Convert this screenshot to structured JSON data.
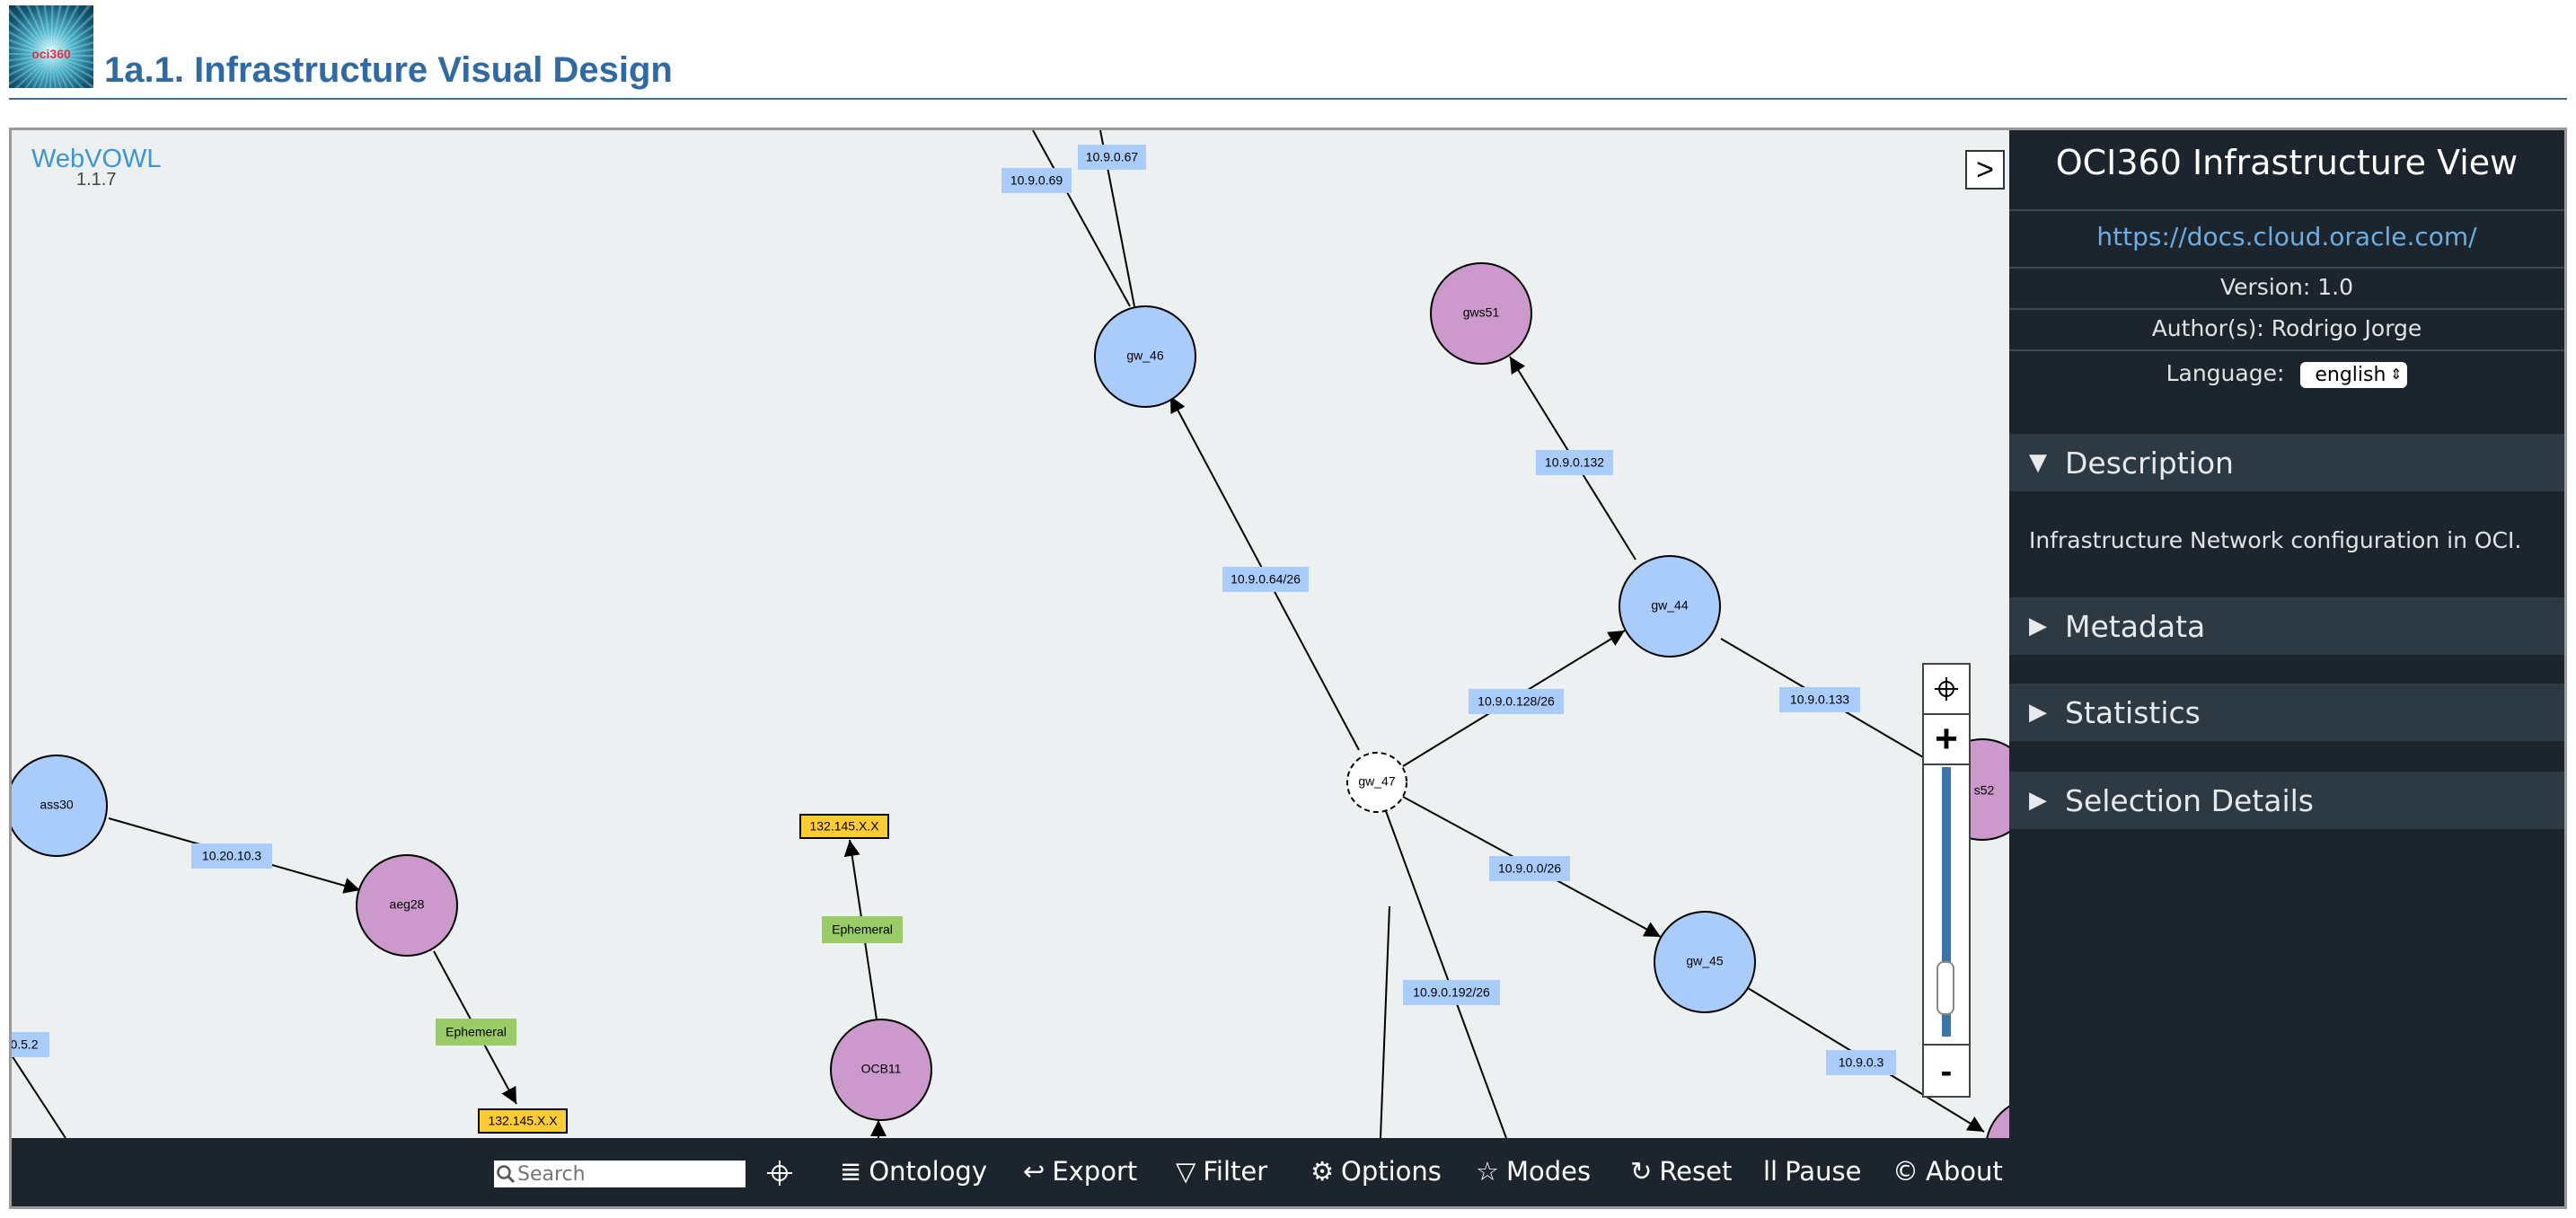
{
  "page": {
    "title": "1a.1. Infrastructure Visual Design",
    "logo_text": "oci360"
  },
  "webvowl": {
    "name": "WebVOWL",
    "version": "1.1.7"
  },
  "graph": {
    "nodes": [
      {
        "id": "ass30",
        "label": "ass30",
        "color": "#aaccfa"
      },
      {
        "id": "aeg28",
        "label": "aeg28",
        "color": "#cc99cc"
      },
      {
        "id": "OCB11",
        "label": "OCB11",
        "color": "#cc99cc"
      },
      {
        "id": "gw_46",
        "label": "gw_46",
        "color": "#aaccfa"
      },
      {
        "id": "gws51",
        "label": "gws51",
        "color": "#cc99cc"
      },
      {
        "id": "gw_44",
        "label": "gw_44",
        "color": "#aaccfa"
      },
      {
        "id": "gw_45",
        "label": "gw_45",
        "color": "#aaccfa"
      },
      {
        "id": "gw_47",
        "label": "gw_47",
        "color": "#ffffff"
      },
      {
        "id": "s52",
        "label": "s52",
        "color": "#cc99cc"
      }
    ],
    "edge_labels": [
      "10.9.0.69",
      "10.9.0.67",
      "10.9.0.64/26",
      "10.9.0.132",
      "10.9.0.128/26",
      "10.9.0.133",
      "10.9.0.0/26",
      "10.9.0.192/26",
      "10.9.0.3",
      "10.20.10.3",
      "Ephemeral",
      "Ephemeral",
      "132.145.X.X",
      "132.145.X.X",
      "0.5.2"
    ],
    "colors": {
      "class_blue": "#aaccfa",
      "class_purple": "#cc99cc",
      "property_blue": "#aaccfa",
      "datatype_green": "#99cc66",
      "literal_yellow": "#ffcc33"
    }
  },
  "sidebar": {
    "title": "OCI360 Infrastructure View",
    "link": "https://docs.cloud.oracle.com/",
    "version": "Version: 1.0",
    "authors": "Author(s): Rodrigo Jorge",
    "language_label": "Language:",
    "language_value": "english",
    "sections": [
      {
        "label": "Description",
        "expanded": true
      },
      {
        "label": "Metadata",
        "expanded": false
      },
      {
        "label": "Statistics",
        "expanded": false
      },
      {
        "label": "Selection Details",
        "expanded": false
      }
    ],
    "description_text": "Infrastructure Network configuration in OCI.",
    "toggle_label": ">"
  },
  "toolbar": {
    "search_placeholder": "Search",
    "items": [
      {
        "label": "Ontology",
        "icon": "≣"
      },
      {
        "label": "Export",
        "icon": "↩"
      },
      {
        "label": "Filter",
        "icon": "▽"
      },
      {
        "label": "Options",
        "icon": "⚙"
      },
      {
        "label": "Modes",
        "icon": "☆"
      },
      {
        "label": "Reset",
        "icon": "↻"
      },
      {
        "label": "Pause",
        "icon": "ll"
      },
      {
        "label": "About",
        "icon": "©"
      }
    ]
  },
  "zoom": {
    "plus": "+",
    "minus": "-",
    "level": 0.18
  }
}
